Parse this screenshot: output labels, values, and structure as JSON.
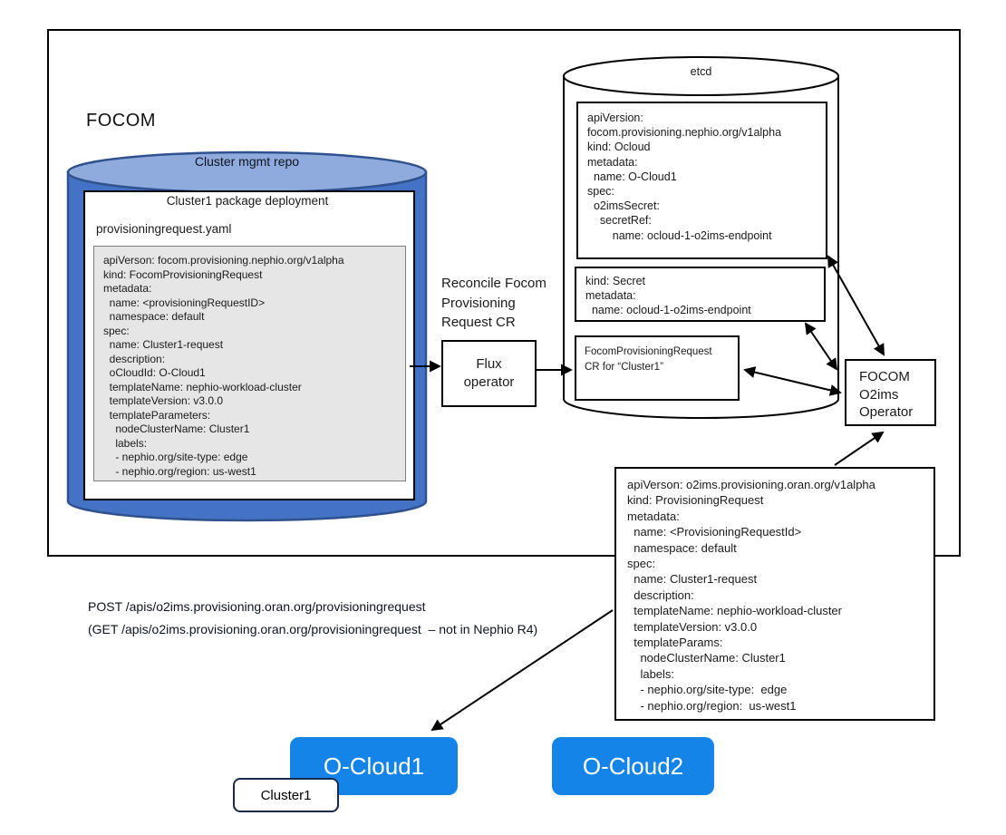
{
  "diagram": {
    "focom_label": "FOCOM",
    "repo": {
      "title": "Cluster mgmt repo",
      "package_title": "Cluster1 package deployment",
      "file_name": "provisioningrequest.yaml",
      "yaml_lines": [
        "apiVerson: focom.provisioning.nephio.org/v1alpha",
        "kind: FocomProvisioningRequest",
        "metadata:",
        "  name: <provisioningRequestID>",
        "  namespace: default",
        "spec:",
        "  name: Cluster1-request",
        "  description:",
        "  oCloudId: O-Cloud1",
        "  templateName: nephio-workload-cluster",
        "  templateVersion: v3.0.0",
        "  templateParameters:",
        "    nodeClusterName: Cluster1",
        "    labels:",
        "    - nephio.org/site-type: edge",
        "    - nephio.org/region: us-west1"
      ]
    },
    "reconcile_note": [
      "Reconcile Focom",
      "Provisioning",
      "Request CR"
    ],
    "flux_operator_label": [
      "Flux",
      "operator"
    ],
    "etcd": {
      "title": "etcd",
      "ocloud_cr_lines": [
        "apiVersion:",
        "focom.provisioning.nephio.org/v1alpha",
        "kind: Ocloud",
        "metadata:",
        "  name: O-Cloud1",
        "spec:",
        "  o2imsSecret:",
        "    secretRef:",
        "        name: ocloud-1-o2ims-endpoint"
      ],
      "secret_lines": [
        "kind: Secret",
        "metadata:",
        "  name: ocloud-1-o2ims-endpoint"
      ],
      "focom_pr_lines": [
        "FocomProvisioningRequest",
        "CR for “Cluster1”"
      ]
    },
    "o2ims_operator_label": [
      "FOCOM",
      "O2ims",
      "Operator"
    ],
    "oran_pr_lines": [
      "apiVerson: o2ims.provisioning.oran.org/v1alpha",
      "kind: ProvisioningRequest",
      "metadata:",
      "  name: <ProvisioningRequestId>",
      "  namespace: default",
      "spec:",
      "  name: Cluster1-request",
      "  description:",
      "  templateName: nephio-workload-cluster",
      "  templateVersion: v3.0.0",
      "  templateParams:",
      "    nodeClusterName: Cluster1",
      "    labels:",
      "    - nephio.org/site-type:  edge",
      "    - nephio.org/region:  us-west1"
    ],
    "api_note_lines": [
      "POST /apis/o2ims.provisioning.oran.org/provisioningrequest",
      "(GET /apis/o2ims.provisioning.oran.org/provisioningrequest  – not in Nephio R4)"
    ],
    "ocloud1_label": "O-Cloud1",
    "ocloud2_label": "O-Cloud2",
    "cluster1_label": "Cluster1",
    "colors": {
      "repo_cylinder_body": "#4472c4",
      "repo_cylinder_top": "#8faadc",
      "repo_cylinder_border": "#2f528f",
      "yaml_gray_fill": "#e7e6e6",
      "ocloud_button_blue": "#1584e8",
      "cluster1_border": "#1b2a4a",
      "line_color": "#000000"
    }
  }
}
